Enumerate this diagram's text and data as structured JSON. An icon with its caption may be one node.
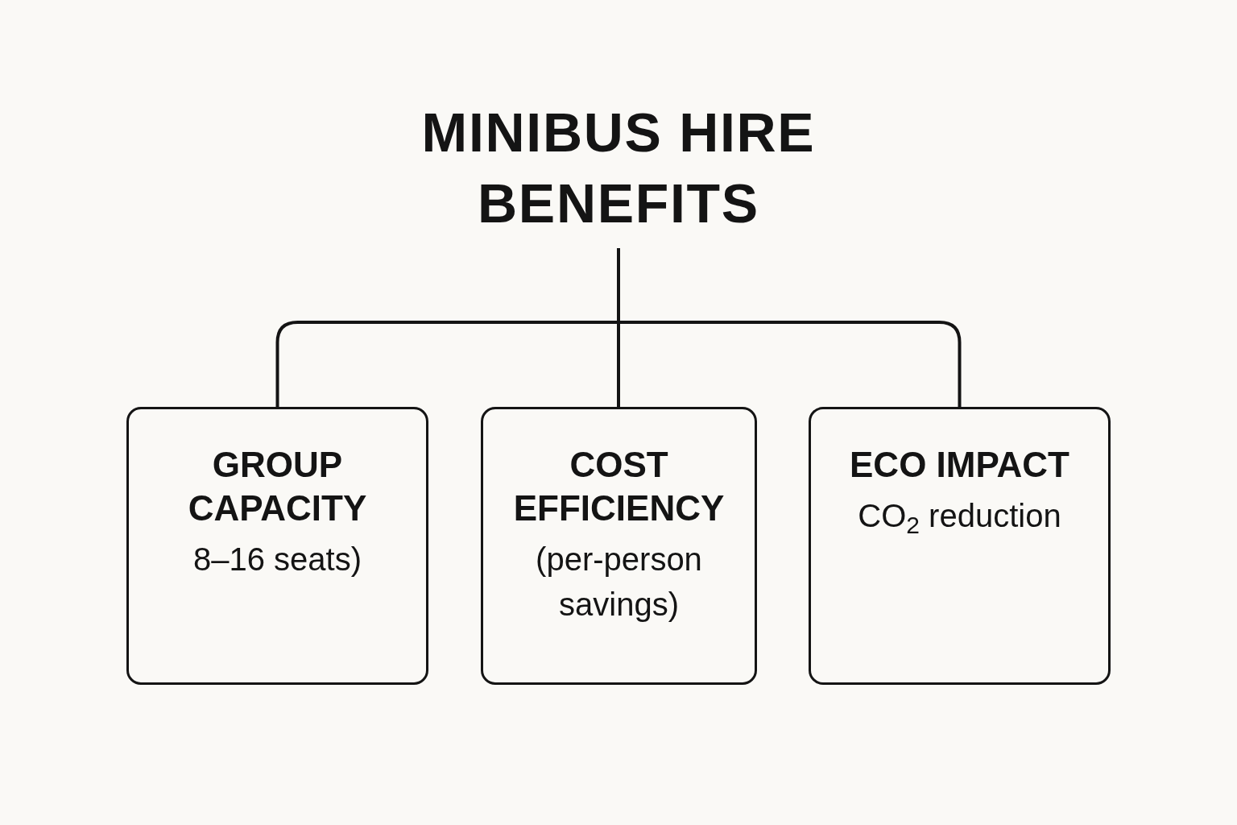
{
  "diagram": {
    "nodes": [
      {
        "text": [
          "MINIBUS HIRE BENEFITS"
        ]
      },
      {
        "text": [
          "GROUP CAPACITY",
          "8–16 seats)"
        ]
      },
      {
        "text": [
          "COST EFFICIENCY",
          "(per-person savings)"
        ]
      },
      {
        "text": [
          "ECO IMPACT",
          "CO$_{2}$ reduction"
        ]
      }
    ],
    "edges": [
      {
        "from": 0,
        "to": 1,
        "arrow": "none"
      },
      {
        "from": 0,
        "to": 2,
        "arrow": "none"
      },
      {
        "from": 0,
        "to": 3,
        "arrow": "none"
      }
    ]
  }
}
